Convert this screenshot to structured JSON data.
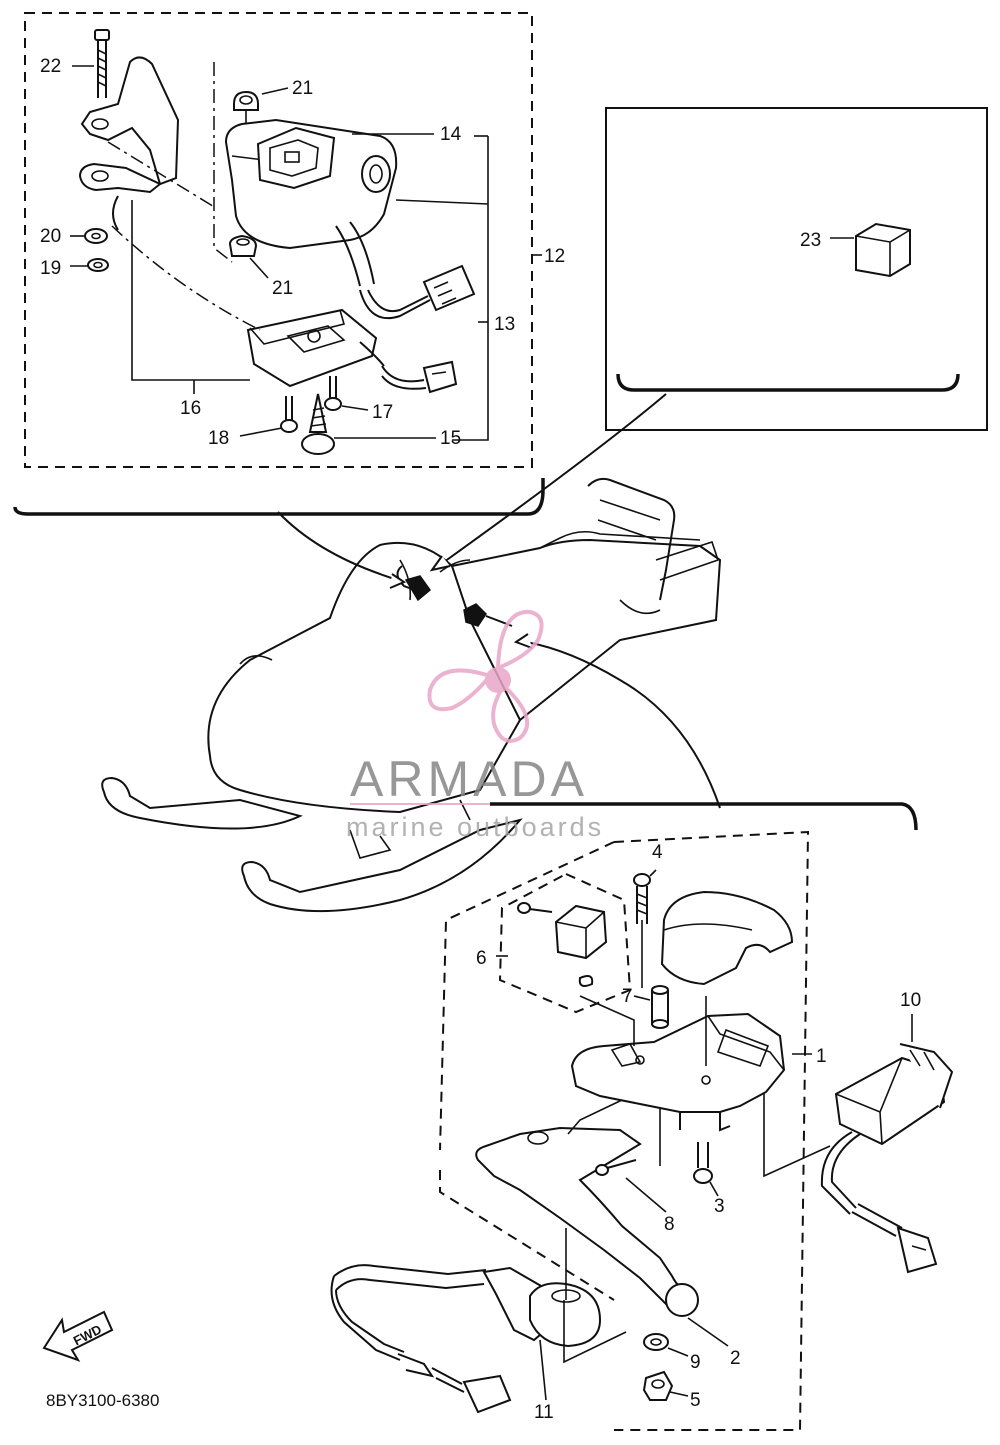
{
  "diagram": {
    "code": "8BY3100-6380",
    "fwd_label": "FWD",
    "callouts": {
      "c1": "1",
      "c2": "2",
      "c3": "3",
      "c4": "4",
      "c5": "5",
      "c6": "6",
      "c7": "7",
      "c8": "8",
      "c9": "9",
      "c10": "10",
      "c11": "11",
      "c12": "12",
      "c13": "13",
      "c14": "14",
      "c15": "15",
      "c16": "16",
      "c17": "17",
      "c18": "18",
      "c19": "19",
      "c20": "20",
      "c21a": "21",
      "c21b": "21",
      "c22": "22",
      "c23": "23"
    }
  },
  "watermark": {
    "brand": "ARMADA",
    "tagline": "marine outboards",
    "logo_color": "#e8a6c8",
    "text_color": "#858585"
  }
}
